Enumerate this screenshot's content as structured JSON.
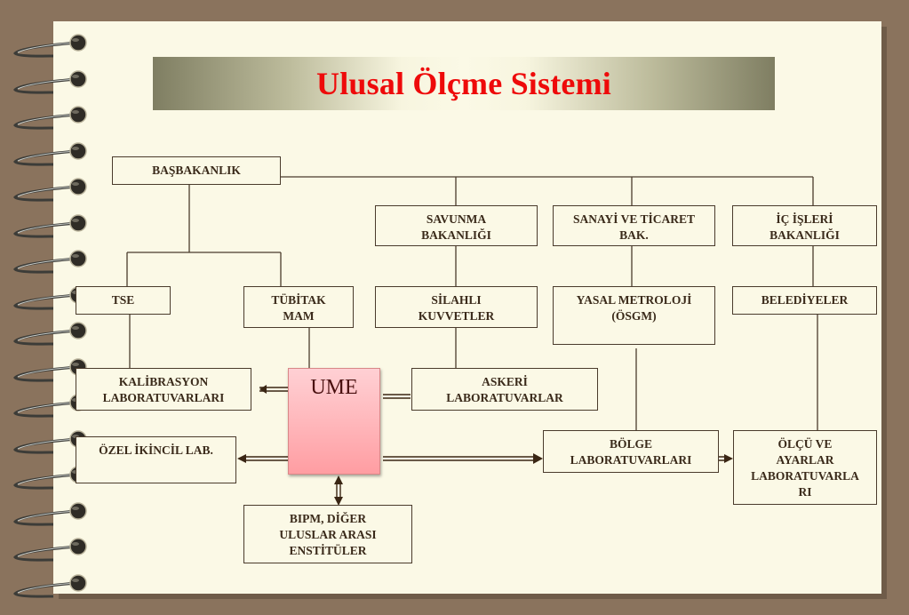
{
  "title": "Ulusal Ölçme Sistemi",
  "colors": {
    "title_text": "#ee0a0a",
    "paper": "#fbf9e6",
    "background": "#8a735d",
    "line": "#4a3b2c",
    "ume_fill": "#ffb8bc"
  },
  "nodes": {
    "basbakanlik": "BAŞBAKANLIK",
    "savunma": "SAVUNMA\nBAKANLIĞI",
    "sanayi": "SANAYİ  VE TİCARET\nBAK.",
    "icisleri": "İÇ İŞLERİ\nBAKANLIĞI",
    "tse": "TSE",
    "tubitak": "TÜBİTAK\nMAM",
    "silahli": "SİLAHLI\nKUVVETLER",
    "yasal": "YASAL METROLOJİ\n(ÖSGM)",
    "belediyeler": "BELEDİYELER",
    "kalibrasyon": "KALİBRASYON\nLABORATUVARLARI",
    "ume": "UME",
    "askeri": "ASKERİ\nLABORATUVARLAR",
    "ozel": "ÖZEL İKİNCİL LAB.",
    "bolge": "BÖLGE\nLABORATUVARLARI",
    "olcu": "ÖLÇÜ VE\nAYARLAR\nLABORATUVARLA\nRI",
    "bipm": "BIPM, DİĞER\nULUSLAR ARASI\nENSTİTÜLER"
  },
  "edges": [
    {
      "from": "basbakanlik",
      "to": "savunma",
      "type": "line"
    },
    {
      "from": "basbakanlik",
      "to": "sanayi",
      "type": "line"
    },
    {
      "from": "basbakanlik",
      "to": "icisleri",
      "type": "line"
    },
    {
      "from": "basbakanlik",
      "to": "tse",
      "type": "line"
    },
    {
      "from": "basbakanlik",
      "to": "tubitak",
      "type": "line"
    },
    {
      "from": "savunma",
      "to": "silahli",
      "type": "line"
    },
    {
      "from": "sanayi",
      "to": "yasal",
      "type": "line"
    },
    {
      "from": "icisleri",
      "to": "belediyeler",
      "type": "line"
    },
    {
      "from": "tse",
      "to": "kalibrasyon",
      "type": "line"
    },
    {
      "from": "tubitak",
      "to": "ume",
      "type": "line"
    },
    {
      "from": "silahli",
      "to": "askeri",
      "type": "line"
    },
    {
      "from": "yasal",
      "to": "bolge",
      "type": "line"
    },
    {
      "from": "belediyeler",
      "to": "olcu",
      "type": "line"
    },
    {
      "from": "ume",
      "to": "kalibrasyon",
      "type": "arrow"
    },
    {
      "from": "ume",
      "to": "askeri",
      "type": "arrow"
    },
    {
      "from": "ume",
      "to": "ozel",
      "type": "arrow"
    },
    {
      "from": "ume",
      "to": "bolge",
      "type": "arrow"
    },
    {
      "from": "bolge",
      "to": "olcu",
      "type": "arrow"
    },
    {
      "from": "ume",
      "to": "bipm",
      "type": "double-arrow"
    }
  ]
}
